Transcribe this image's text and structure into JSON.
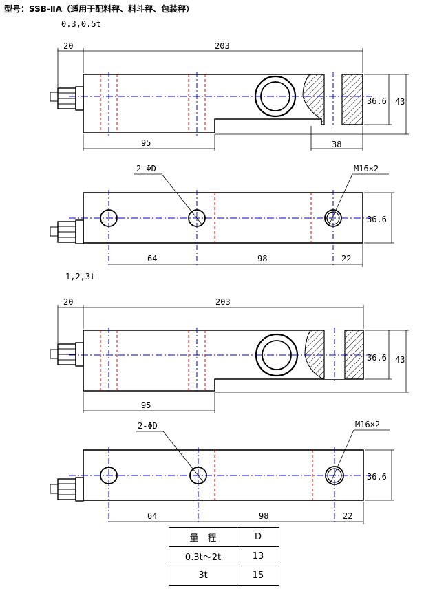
{
  "title": "型号：SSB-ⅡA（适用于配料秤、料斗秤、包装秤）",
  "section1": {
    "label": "0.3,0.5t"
  },
  "section2": {
    "label": "1,2,3t"
  },
  "dims": {
    "side_left": "20",
    "side_total": "203",
    "side_height": "36.6",
    "side_total_height": "43",
    "side_bottom_left": "95",
    "side_bottom_right": "38",
    "top_holes_label": "2-ΦD",
    "top_thread_label": "M16×2",
    "top_height": "36.6",
    "top_bottom_1": "64",
    "top_bottom_2": "98",
    "top_bottom_3": "22"
  },
  "spec_table": {
    "headers": [
      "量　程",
      "D"
    ],
    "rows": [
      [
        "0.3t～2t",
        "13"
      ],
      [
        "3t",
        "15"
      ]
    ]
  }
}
